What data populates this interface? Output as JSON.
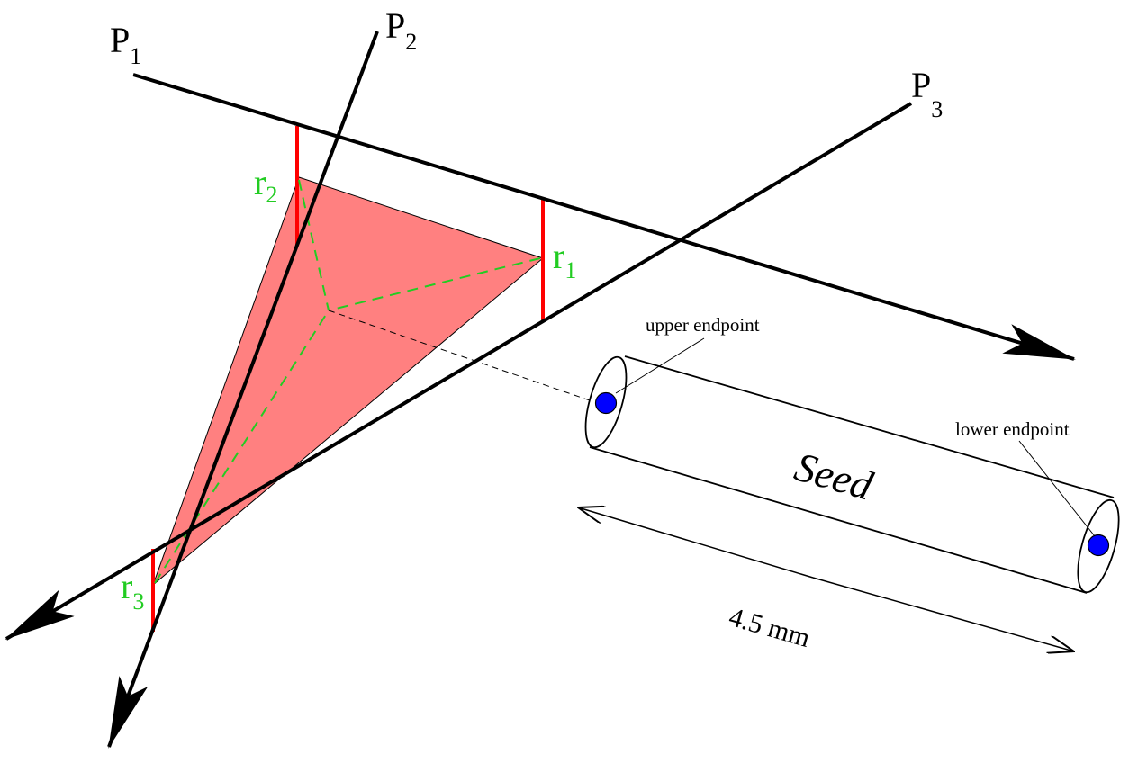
{
  "lines": {
    "p1": {
      "letter": "P",
      "index": "1"
    },
    "p2": {
      "letter": "P",
      "index": "2"
    },
    "p3": {
      "letter": "P",
      "index": "3"
    }
  },
  "points": {
    "r1": {
      "letter": "r",
      "index": "1"
    },
    "r2": {
      "letter": "r",
      "index": "2"
    },
    "r3": {
      "letter": "r",
      "index": "3"
    }
  },
  "seed": {
    "label": "Seed",
    "upper_endpoint_label": "upper endpoint",
    "lower_endpoint_label": "lower endpoint",
    "length_label": "4.5 mm"
  },
  "colors": {
    "lines": "#000000",
    "triangle_fill": "#ff8080",
    "red_segments": "#ff0000",
    "green_labels": "#22cc22",
    "endpoints": "#0000ff"
  }
}
